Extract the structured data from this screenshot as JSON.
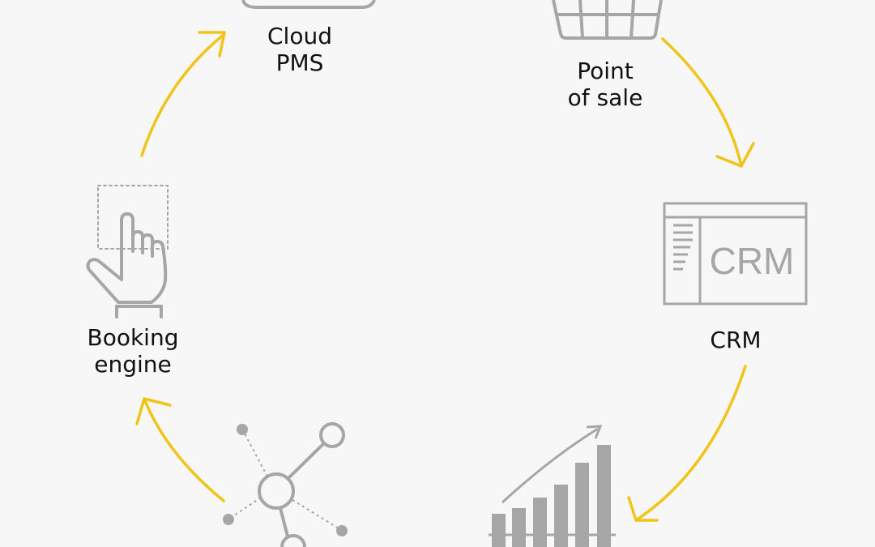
{
  "colors": {
    "background": "#f7f7f7",
    "icon": "#a6a6a6",
    "arrow": "#f0c419",
    "text": "#111111"
  },
  "nodes": {
    "cloud_pms": {
      "line1": "Cloud",
      "line2": "PMS",
      "icon": "cloud-icon"
    },
    "point_of_sale": {
      "line1": "Point",
      "line2": "of sale",
      "icon": "shopping-basket-icon"
    },
    "crm": {
      "line1": "CRM",
      "icon": "crm-window-icon",
      "icon_text": "CRM"
    },
    "revenue": {
      "icon": "bar-chart-growth-icon"
    },
    "channel_manager": {
      "icon": "network-hub-icon"
    },
    "booking_engine": {
      "line1": "Booking",
      "line2": "engine",
      "icon": "hand-pointer-icon"
    }
  }
}
